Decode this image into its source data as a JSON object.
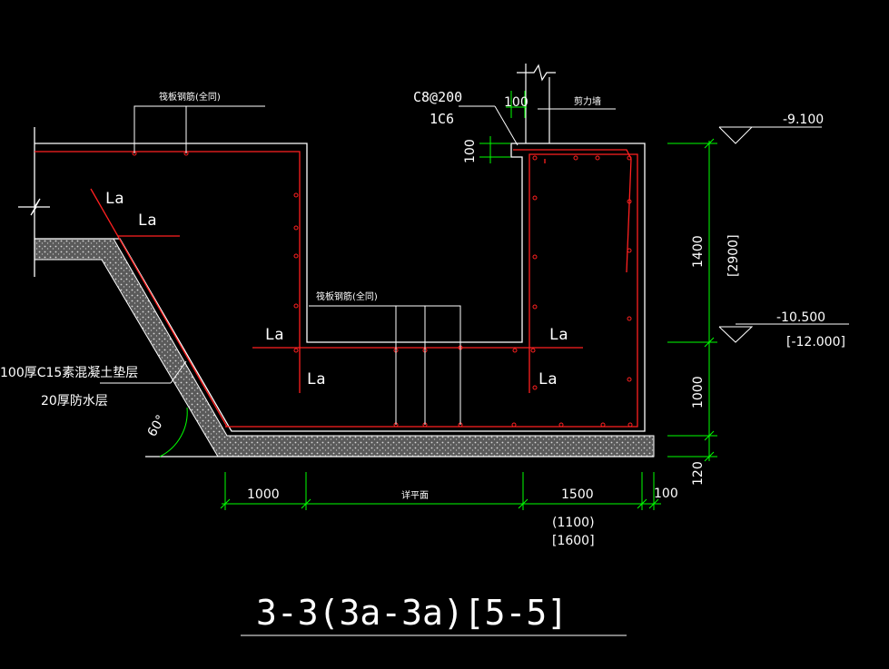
{
  "drawing": {
    "title": "3-3(3a-3a)[5-5]",
    "colors": {
      "background": "#000000",
      "outline": "#ffffff",
      "rebar": "#ff2020",
      "dimension": "#00ff00",
      "concrete_fill": "#808080"
    },
    "labels": {
      "top_rebar_note": "筏板钢筋(全同)",
      "mid_rebar_note": "筏板钢筋(全同)",
      "bar_spec_1": "C8@200",
      "bar_spec_2": "1C6",
      "shear_wall": "剪力墙",
      "dim_100_top": "100",
      "dim_100_left": "100",
      "la": "La",
      "cushion_layer": "100厚C15素混凝土垫层",
      "waterproof_layer": "20厚防水层",
      "angle": "60°",
      "level_top": "-9.100",
      "level_mid": "-10.500",
      "level_mid_alt": "[-12.000]",
      "dim_1400": "1400",
      "dim_2900": "[2900]",
      "dim_1000_v": "1000",
      "dim_120": "120",
      "dim_1000_h": "1000",
      "dim_detail": "详平面",
      "dim_1500": "1500",
      "dim_100_h": "100",
      "dim_1100": "(1100)",
      "dim_1600": "[1600]"
    }
  }
}
